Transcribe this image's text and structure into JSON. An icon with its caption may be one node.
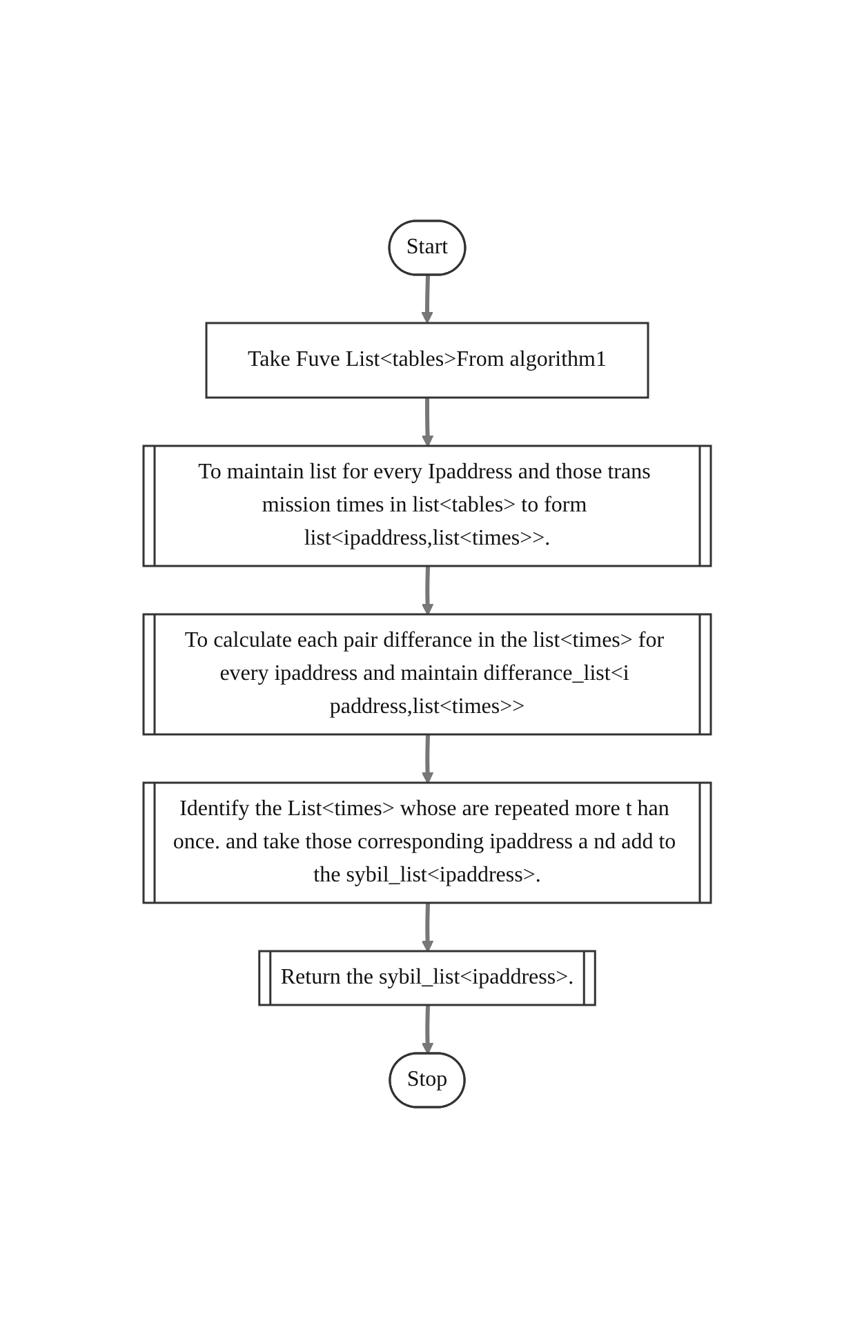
{
  "diagram": {
    "nodes": [
      {
        "text": [
          "Start"
        ]
      },
      {
        "text": [
          "Take Fuve List<tables>From algorithm1"
        ]
      },
      {
        "text": [
          "To maintain list for every Ipaddress and those trans mission times in list<tables> to form list<ipaddress,list<times>>."
        ]
      },
      {
        "text": [
          "To calculate each pair differance in the list<times> for every ipaddress and maintain differance_list<i paddress,list<times>>"
        ]
      },
      {
        "text": [
          "Identify the List<times> whose are repeated more t han once. and take those corresponding ipaddress a nd add to the sybil_list<ipaddress>."
        ]
      },
      {
        "text": [
          "Return the sybil_list<ipaddress>."
        ]
      },
      {
        "text": [
          "Stop"
        ]
      }
    ],
    "edges": [
      {
        "from": 0,
        "to": 1,
        "arrow": "to"
      },
      {
        "from": 1,
        "to": 2,
        "arrow": "to"
      },
      {
        "from": 2,
        "to": 3,
        "arrow": "to"
      },
      {
        "from": 3,
        "to": 4,
        "arrow": "to"
      },
      {
        "from": 4,
        "to": 5,
        "arrow": "to"
      },
      {
        "from": 5,
        "to": 6,
        "arrow": "to"
      }
    ]
  }
}
